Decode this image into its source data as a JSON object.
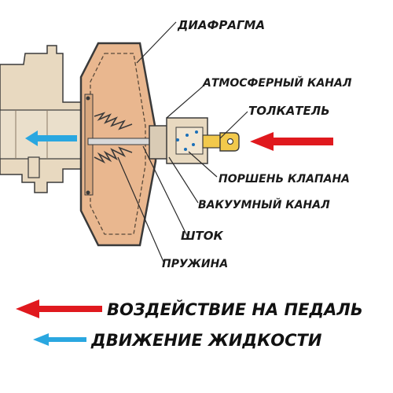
{
  "labels": {
    "diaphragm": "ДИАФРАГМА",
    "atmospheric_channel": "АТМОСФЕРНЫЙ КАНАЛ",
    "pusher": "ТОЛКАТЕЛЬ",
    "valve_piston": "ПОРШЕНЬ КЛАПАНА",
    "vacuum_channel": "ВАКУУМНЫЙ КАНАЛ",
    "rod": "ШТОК",
    "spring": "ПРУЖИНА"
  },
  "legend": {
    "pedal_action": "ВОЗДЕЙСТВИЕ НА ПЕДАЛЬ",
    "fluid_movement": "ДВИЖЕНИЕ ЖИДКОСТИ"
  },
  "colors": {
    "pedal_arrow": "#e0191e",
    "fluid_arrow": "#2aa7e0",
    "body_fill": "#e9b78f",
    "cylinder_fill": "#e8d9c0",
    "outline": "#3a3a3a"
  }
}
